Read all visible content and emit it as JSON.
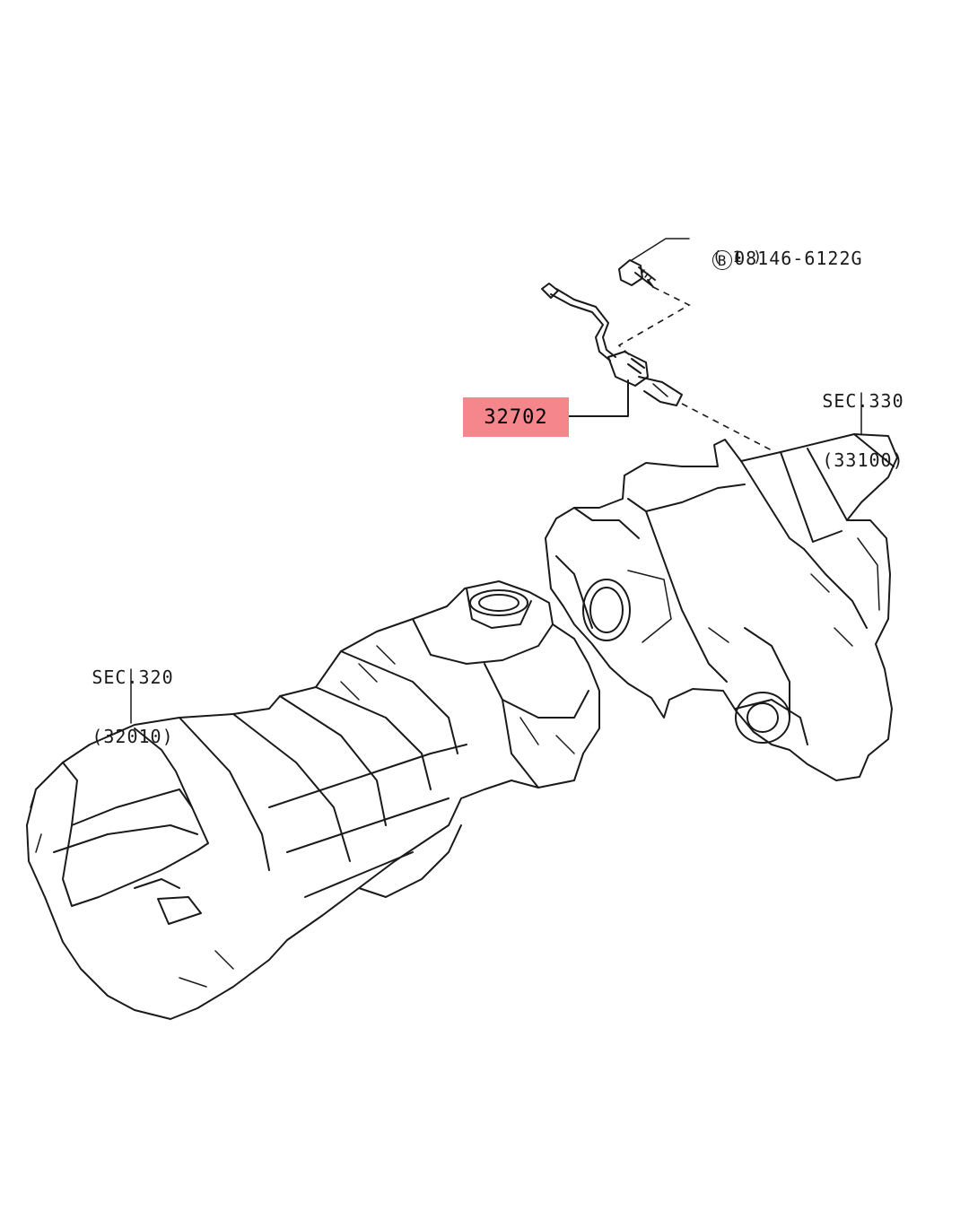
{
  "highlight_color": "#f4868c",
  "callouts": {
    "part": {
      "number": "32702"
    },
    "bolt": {
      "marker": "B",
      "number": "08146-6122G",
      "qty": "( 1 )"
    },
    "transfer": {
      "sec": "SEC.330",
      "code": "(33100)"
    },
    "transmission": {
      "sec": "SEC.320",
      "code": "(32010)"
    }
  }
}
